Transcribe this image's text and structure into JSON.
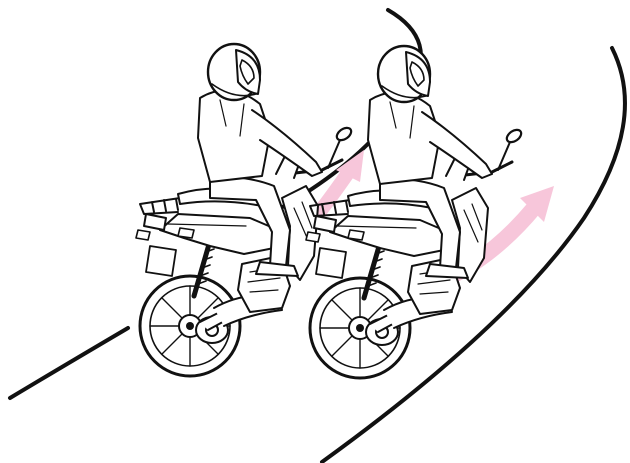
{
  "diagram": {
    "colors": {
      "background": "#ffffff",
      "road_line": "#111111",
      "line_art": "#111111",
      "direction_arrow": "#f7c6da"
    },
    "riders": [
      {
        "name": "rider-left"
      },
      {
        "name": "rider-right"
      }
    ],
    "arrows": [
      {
        "name": "arrow-left"
      },
      {
        "name": "arrow-right"
      }
    ]
  }
}
